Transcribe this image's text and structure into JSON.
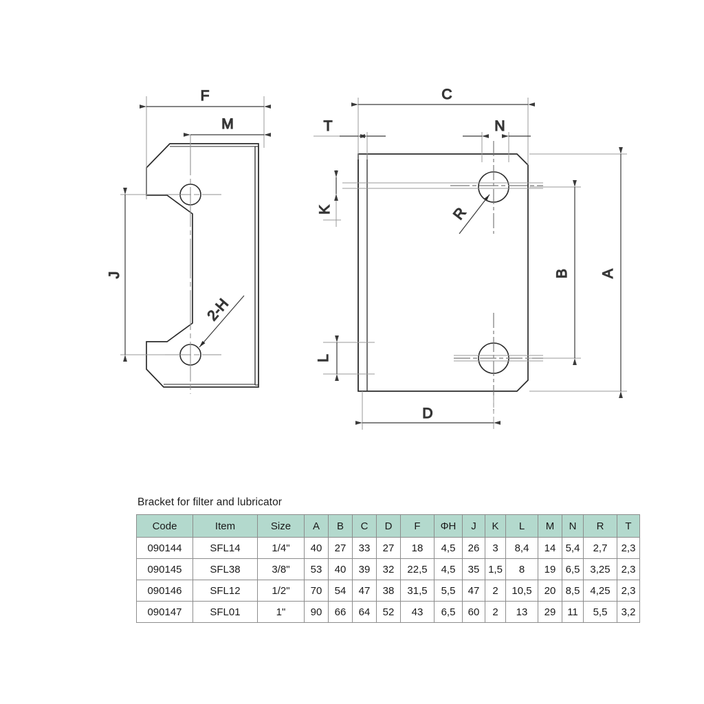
{
  "document": {
    "title": "Bracket for filter and lubricator"
  },
  "drawings": {
    "side_view": {
      "name": "side-view",
      "dimension_labels": [
        {
          "id": "F",
          "text": "F"
        },
        {
          "id": "M",
          "text": "M"
        },
        {
          "id": "J",
          "text": "J"
        },
        {
          "id": "2H",
          "text": "2-H"
        }
      ]
    },
    "front_view": {
      "name": "front-view",
      "dimension_labels": [
        {
          "id": "C",
          "text": "C"
        },
        {
          "id": "T",
          "text": "T"
        },
        {
          "id": "N",
          "text": "N"
        },
        {
          "id": "K",
          "text": "K"
        },
        {
          "id": "R",
          "text": "R"
        },
        {
          "id": "L",
          "text": "L"
        },
        {
          "id": "D",
          "text": "D"
        },
        {
          "id": "B",
          "text": "B"
        },
        {
          "id": "A",
          "text": "A"
        }
      ]
    }
  },
  "table": {
    "caption": "Bracket for filter and lubricator",
    "header_bg": "#b3d9cd",
    "columns": [
      "Code",
      "Item",
      "Size",
      "A",
      "B",
      "C",
      "D",
      "F",
      "ΦH",
      "J",
      "K",
      "L",
      "M",
      "N",
      "R",
      "T"
    ],
    "rows": [
      [
        "090144",
        "SFL14",
        "1/4\"",
        "40",
        "27",
        "33",
        "27",
        "18",
        "4,5",
        "26",
        "3",
        "8,4",
        "14",
        "5,4",
        "2,7",
        "2,3"
      ],
      [
        "090145",
        "SFL38",
        "3/8\"",
        "53",
        "40",
        "39",
        "32",
        "22,5",
        "4,5",
        "35",
        "1,5",
        "8",
        "19",
        "6,5",
        "3,25",
        "2,3"
      ],
      [
        "090146",
        "SFL12",
        "1/2\"",
        "70",
        "54",
        "47",
        "38",
        "31,5",
        "5,5",
        "47",
        "2",
        "10,5",
        "20",
        "8,5",
        "4,25",
        "2,3"
      ],
      [
        "090147",
        "SFL01",
        "1\"",
        "90",
        "66",
        "64",
        "52",
        "43",
        "6,5",
        "60",
        "2",
        "13",
        "29",
        "11",
        "5,5",
        "3,2"
      ]
    ]
  }
}
